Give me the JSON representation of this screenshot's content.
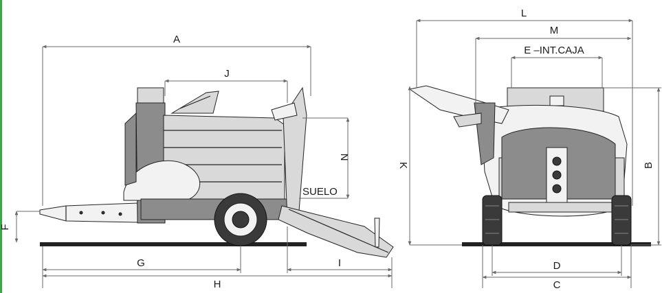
{
  "colors": {
    "edge_accent": "#3aa64a",
    "ink": "#222222",
    "dimension_line": "#6a6a6a"
  },
  "side_view": {
    "labels": {
      "A": "A",
      "J": "J",
      "N": "N",
      "SUELO": "SUELO",
      "F": "F",
      "G": "G",
      "H": "H",
      "I": "I"
    }
  },
  "front_view": {
    "labels": {
      "L": "L",
      "M": "M",
      "E": "E  –INT.CAJA",
      "K": "K",
      "B": "B",
      "D": "D",
      "C": "C"
    }
  }
}
